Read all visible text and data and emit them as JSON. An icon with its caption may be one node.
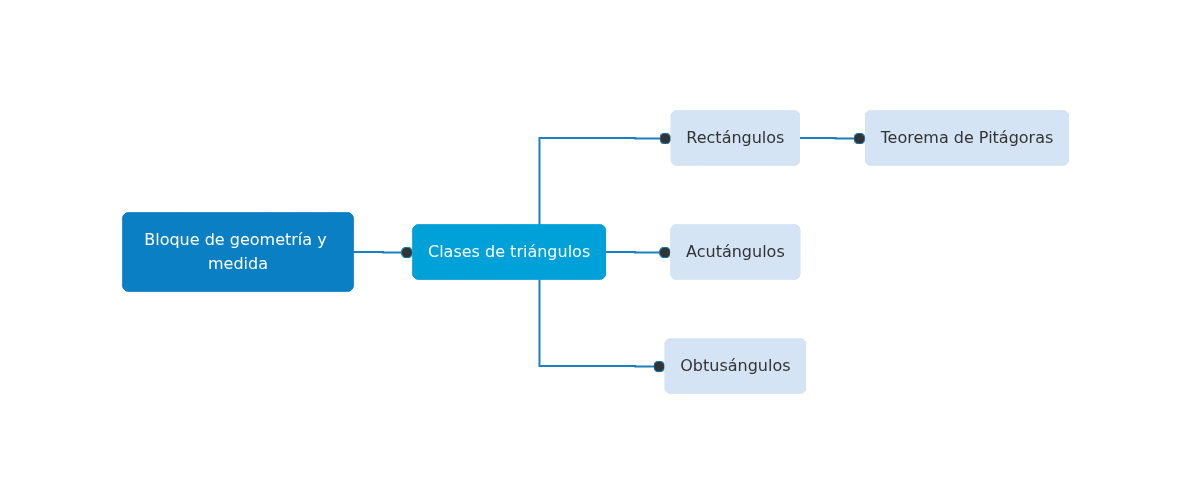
{
  "diagram": {
    "nodes": [
      {
        "text": [
          "Bloque de geometría y medida"
        ]
      },
      {
        "text": [
          "Clases de triángulos"
        ]
      },
      {
        "text": [
          "Rectángulos"
        ]
      },
      {
        "text": [
          "Acutángulos"
        ]
      },
      {
        "text": [
          "Obtusángulos"
        ]
      },
      {
        "text": [
          "Teorema de Pitágoras"
        ]
      }
    ],
    "edges": [
      {
        "from": 0,
        "to": 1,
        "arrow": "other"
      },
      {
        "from": 1,
        "to": 2,
        "arrow": "other"
      },
      {
        "from": 1,
        "to": 3,
        "arrow": "other"
      },
      {
        "from": 1,
        "to": 4,
        "arrow": "other"
      },
      {
        "from": 2,
        "to": 5,
        "arrow": "other"
      }
    ]
  }
}
